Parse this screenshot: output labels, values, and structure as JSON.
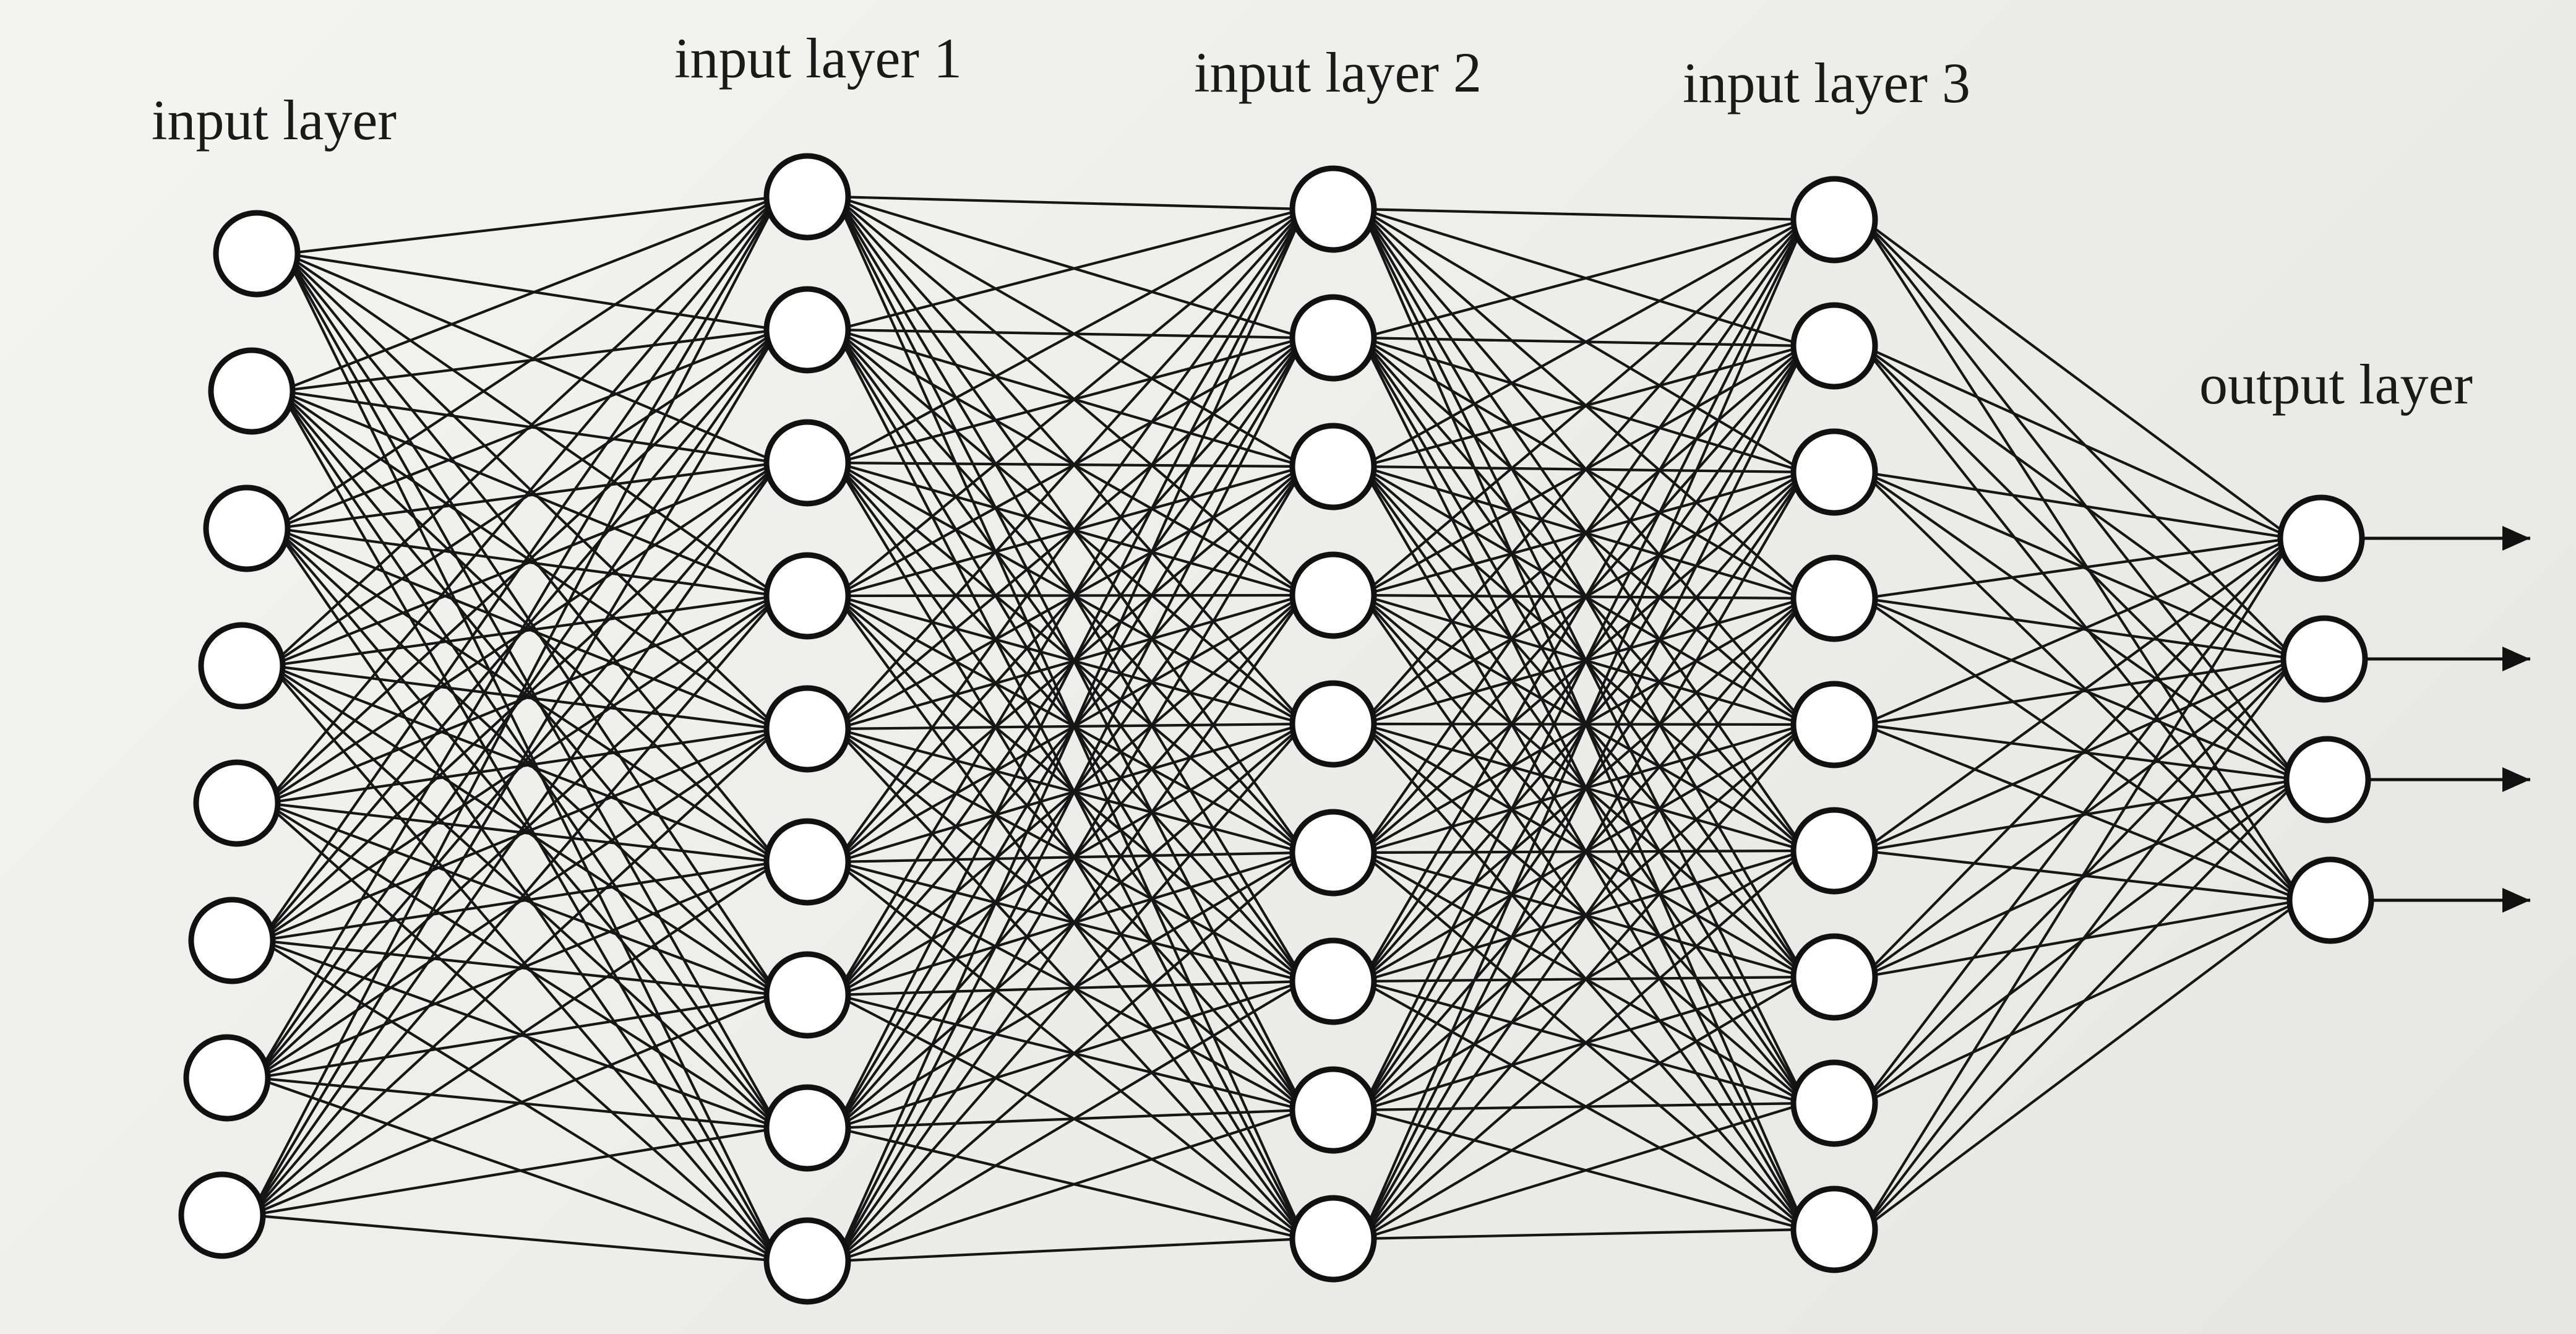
{
  "diagram": {
    "type": "neural-network",
    "layers": [
      {
        "id": "input",
        "label": "input layer",
        "nodes": 8
      },
      {
        "id": "hidden1",
        "label": "input layer 1",
        "nodes": 9
      },
      {
        "id": "hidden2",
        "label": "input layer 2",
        "nodes": 9
      },
      {
        "id": "hidden3",
        "label": "input layer 3",
        "nodes": 9
      },
      {
        "id": "output",
        "label": "output layer",
        "nodes": 4
      }
    ],
    "connectivity": "fully-connected",
    "output_arrows": 4
  },
  "colors": {
    "background": "#eeeeea",
    "node_fill": "#ffffff",
    "stroke": "#111111"
  }
}
